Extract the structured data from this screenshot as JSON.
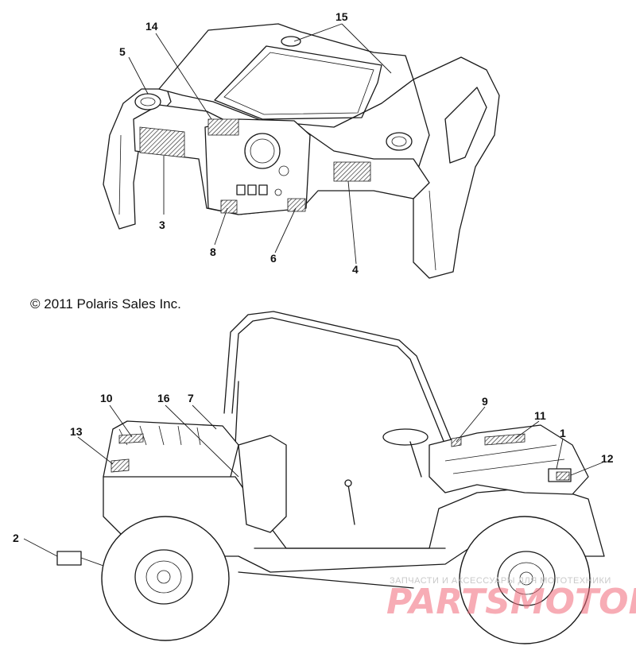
{
  "copyright": "© 2011 Polaris Sales Inc.",
  "callouts": {
    "c1": "1",
    "c2": "2",
    "c3": "3",
    "c4": "4",
    "c5": "5",
    "c6": "6",
    "c7": "7",
    "c8": "8",
    "c9": "9",
    "c10": "10",
    "c11": "11",
    "c12": "12",
    "c13": "13",
    "c14": "14",
    "c15": "15",
    "c16": "16"
  },
  "watermark": {
    "tagline": "ЗАПЧАСТИ И АКСЕССУАРЫ ДЛЯ МОТОТЕХНИКИ",
    "logo": "PARTSMOTOR.RU"
  }
}
